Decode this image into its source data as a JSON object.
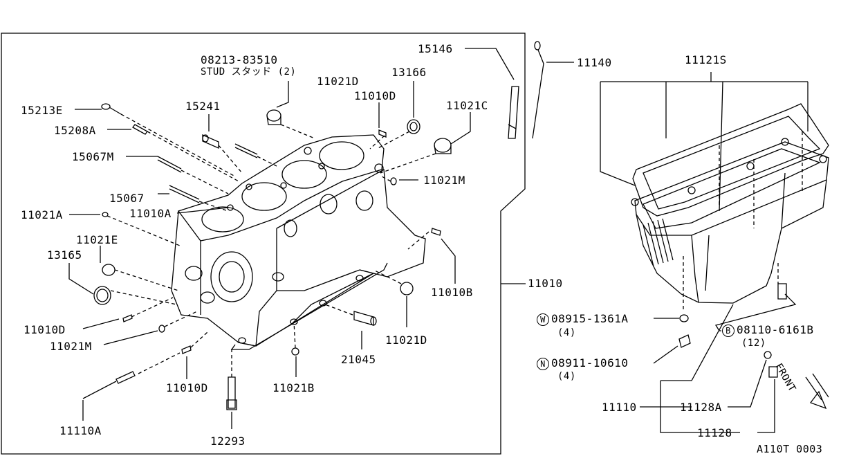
{
  "diagram_id": "A110T 0003",
  "block_group": {
    "labels": {
      "p15146": "15146",
      "p11140": "11140",
      "p08213": "08213-83510",
      "stud": "STUD スタッド (2)",
      "p11021D_top": "11021D",
      "p13166": "13166",
      "p11010D_top": "11010D",
      "p15241": "15241",
      "p11021C": "11021C",
      "p15213E": "15213E",
      "p15208A": "15208A",
      "p15067M": "15067M",
      "p11021M_right": "11021M",
      "p15067": "15067",
      "p11021A": "11021A",
      "p11010A": "11010A",
      "p11021E": "11021E",
      "p13165": "13165",
      "p11010B": "11010B",
      "p11010": "11010",
      "p11010D_left": "11010D",
      "p11021M_left": "11021M",
      "p21045": "21045",
      "p11021D_bottom": "11021D",
      "p11010D_bottom": "11010D",
      "p11021B": "11021B",
      "p11110A": "11110A",
      "p12293": "12293"
    }
  },
  "oil_pan_group": {
    "labels": {
      "p11121S": "11121S",
      "w_mark": "W",
      "p08915": "08915-1361A",
      "qty_w": "(4)",
      "b_mark": "B",
      "p08110": "08110-6161B",
      "qty_b": "(12)",
      "n_mark": "N",
      "p08911": "08911-10610",
      "qty_n": "(4)",
      "front": "FRONT",
      "p11110": "11110",
      "p11128A": "11128A",
      "p11128": "11128"
    }
  }
}
